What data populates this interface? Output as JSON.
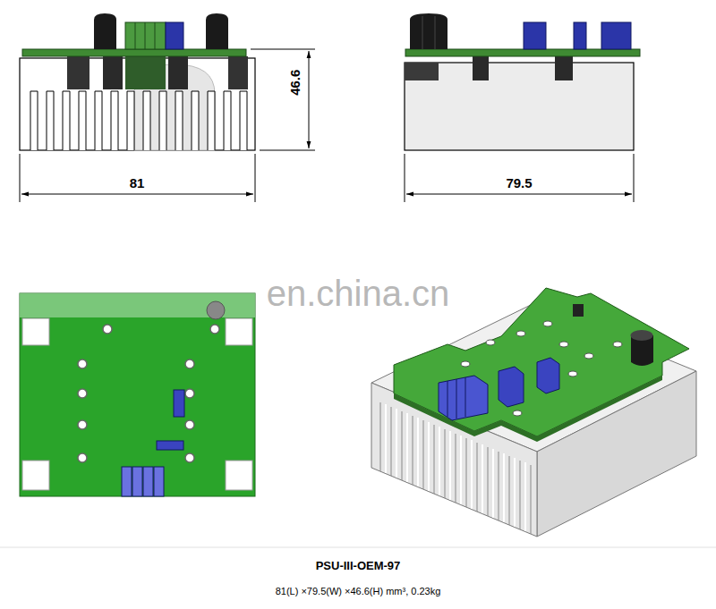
{
  "diagram": {
    "title": "PSU-III-OEM-97",
    "caption": "81(L) ×79.5(W) ×46.6(H) mm³, 0.23kg",
    "labels": [
      "46.6",
      "81",
      "79.5",
      "en.china.cn"
    ]
  }
}
